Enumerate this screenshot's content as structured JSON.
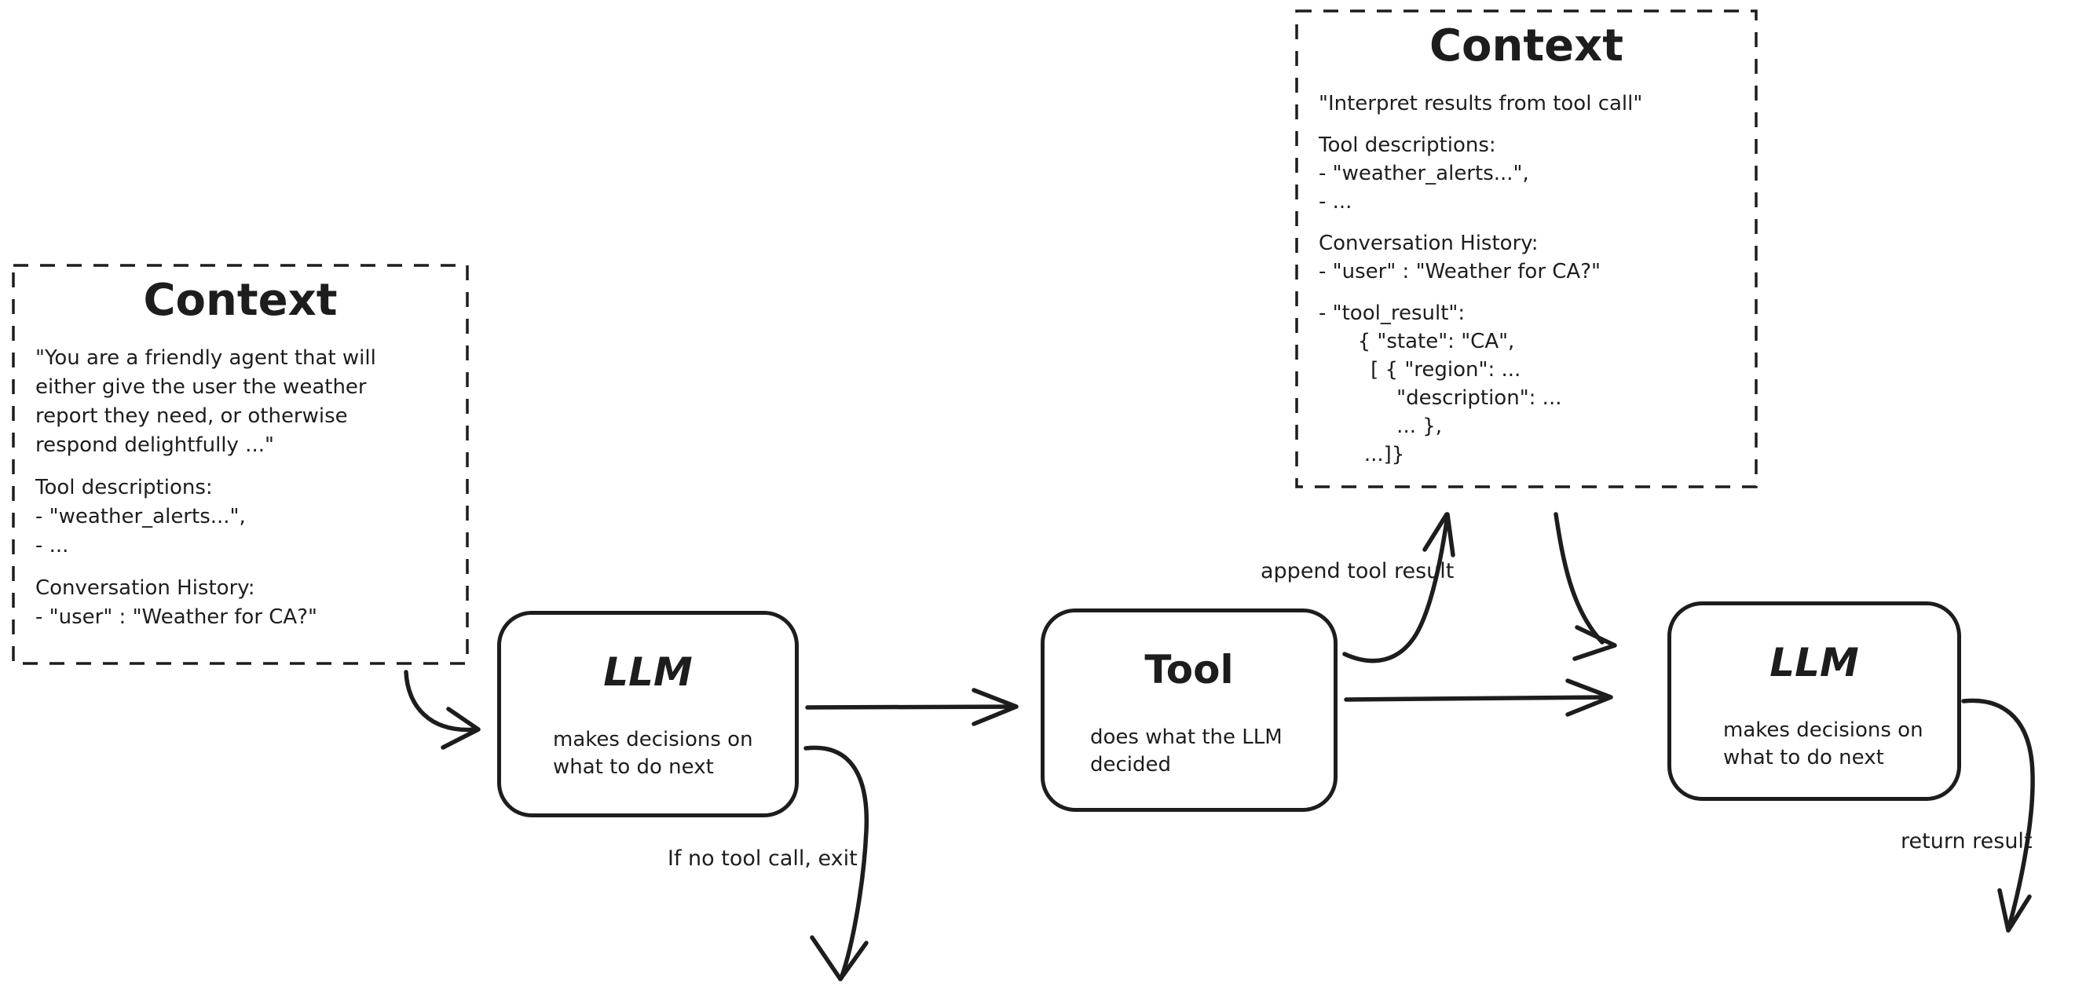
{
  "diagram": {
    "title_implied": "LLM agent tool-use loop",
    "ink_color": "#1d1d1d",
    "background_color": "#ffffff"
  },
  "context_initial": {
    "title": "Context",
    "lines": [
      "\"You are a friendly agent that will",
      "either give the user the weather",
      "report they need, or otherwise",
      "respond delightfully ...\"",
      "",
      "Tool descriptions:",
      "- \"weather_alerts...\",",
      "- ...",
      "",
      "Conversation History:",
      "- \"user\" : \"Weather for CA?\""
    ]
  },
  "context_after_tool": {
    "title": "Context",
    "lines": [
      "\"Interpret results from tool call\"",
      "",
      "Tool descriptions:",
      "- \"weather_alerts...\",",
      "- ...",
      "",
      "Conversation History:",
      "- \"user\" : \"Weather for CA?\"",
      "",
      "- \"tool_result\":",
      "      { \"state\": \"CA\",",
      "        [ { \"region\": ...",
      "            \"description\": ...",
      "            ... },",
      "       ...]}"
    ]
  },
  "llm_first": {
    "title": "LLM",
    "subtitle_lines": [
      "makes decisions on",
      "what to do next"
    ]
  },
  "tool": {
    "title": "Tool",
    "subtitle_lines": [
      "does what the LLM",
      "decided"
    ]
  },
  "llm_second": {
    "title": "LLM",
    "subtitle_lines": [
      "makes decisions on",
      "what to do next"
    ]
  },
  "edge_labels": {
    "append_tool_result": "append tool result",
    "no_tool_call_exit": "If no tool call, exit",
    "return_result": "return result"
  }
}
